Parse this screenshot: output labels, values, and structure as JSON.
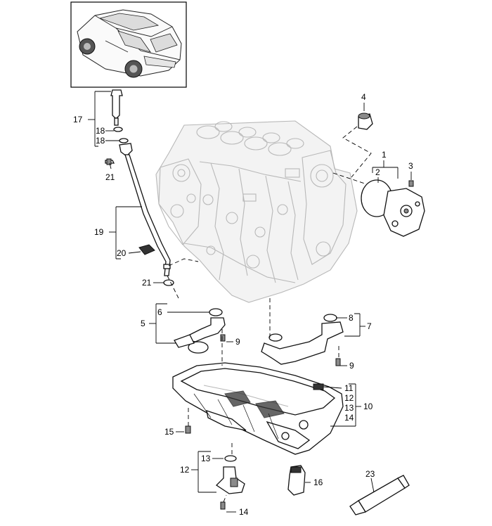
{
  "callouts": {
    "c1": "1",
    "c2": "2",
    "c3": "3",
    "c4": "4",
    "c5": "5",
    "c6": "6",
    "c7": "7",
    "c8": "8",
    "c9a": "9",
    "c9b": "9",
    "c10": "10",
    "c11": "11",
    "c12a": "12",
    "c12b": "12",
    "c13a": "13",
    "c13b": "13",
    "c14a": "14",
    "c14b": "14",
    "c15": "15",
    "c16": "16",
    "c17": "17",
    "c18a": "18",
    "c18b": "18",
    "c19": "19",
    "c20": "20",
    "c21a": "21",
    "c21b": "21",
    "c23": "23"
  }
}
